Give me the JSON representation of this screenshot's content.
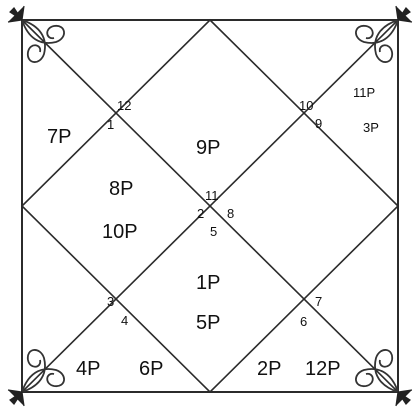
{
  "colors": {
    "line": "#2b2b2b",
    "text": "#111111",
    "ornament": "#333333"
  },
  "ornaments": {
    "icon": "fleur-de-lis-flourish-icon"
  },
  "diagram": {
    "house_numbers": {
      "n12": "12",
      "n1": "1",
      "n10": "10",
      "n9": "9",
      "n11": "11",
      "n2": "2",
      "n8": "8",
      "n5": "5",
      "n3": "3",
      "n4": "4",
      "n6": "6",
      "n7": "7"
    },
    "planets": {
      "p7": "7P",
      "p9": "9P",
      "p11": "11P",
      "p3": "3P",
      "p8": "8P",
      "p10": "10P",
      "p1": "1P",
      "p5": "5P",
      "p4": "4P",
      "p6": "6P",
      "p2": "2P",
      "p12": "12P"
    }
  }
}
